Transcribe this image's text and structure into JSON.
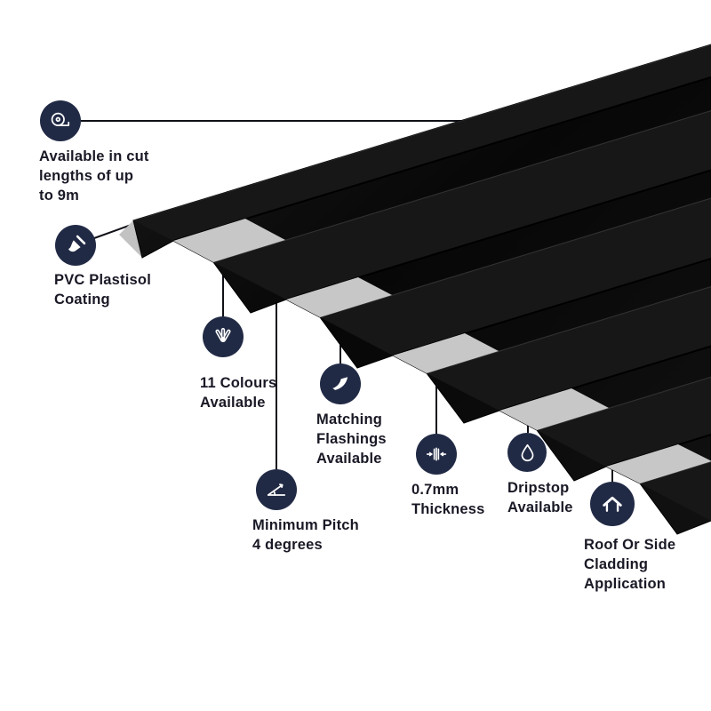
{
  "product": {
    "illustration": "black box-profile corrugated roofing sheet shown in perspective"
  },
  "colors": {
    "sheet_black": "#0b0b0b",
    "underside_grey": "#c7c7c7",
    "icon_background": "#212a45",
    "icon_glyph": "#ffffff",
    "text": "#191926",
    "leader_line": "#101018",
    "background": "#ffffff"
  },
  "features": [
    {
      "id": "cut-lengths",
      "icon": "tape-measure-icon",
      "label": "Available in cut\nlengths of up\nto 9m"
    },
    {
      "id": "pvc-coating",
      "icon": "paint-brush-icon",
      "label": "PVC Plastisol\nCoating"
    },
    {
      "id": "colours",
      "icon": "colour-fan-icon",
      "label": "11 Colours\nAvailable"
    },
    {
      "id": "flashings",
      "icon": "flashing-sheet-icon",
      "label": "Matching\nFlashings\nAvailable"
    },
    {
      "id": "min-pitch",
      "icon": "pitch-angle-icon",
      "label": "Minimum Pitch\n4 degrees"
    },
    {
      "id": "thickness",
      "icon": "thickness-gauge-icon",
      "label": "0.7mm\nThickness"
    },
    {
      "id": "dripstop",
      "icon": "water-drop-icon",
      "label": "Dripstop\nAvailable"
    },
    {
      "id": "cladding",
      "icon": "house-icon",
      "label": "Roof Or Side\nCladding\nApplication"
    }
  ]
}
